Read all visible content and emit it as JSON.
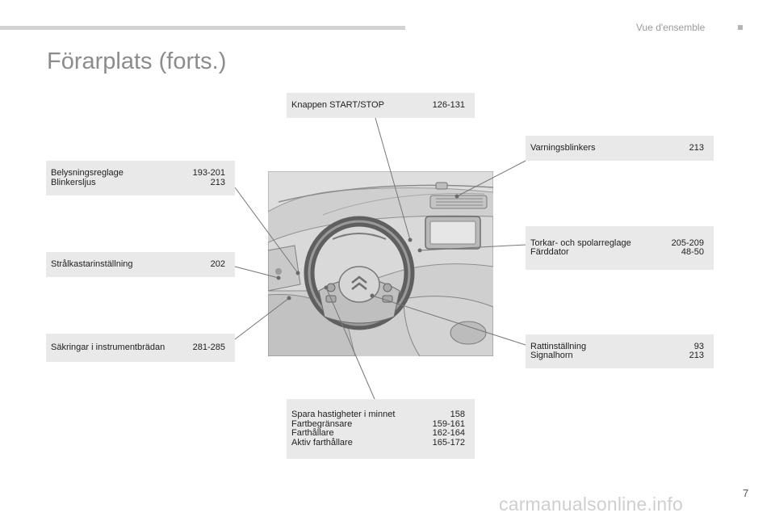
{
  "header": {
    "section": "Vue d'ensemble"
  },
  "title": "Förarplats (forts.)",
  "callouts": {
    "start_stop": [
      {
        "label": "Knappen START/STOP",
        "pages": "126-131"
      }
    ],
    "varningsblinkers": [
      {
        "label": "Varningsblinkers",
        "pages": "213"
      }
    ],
    "belysning": [
      {
        "label": "Belysningsreglage",
        "pages": "193-201"
      },
      {
        "label": "Blinkersljus",
        "pages": "213"
      }
    ],
    "torkar": [
      {
        "label": "Torkar- och spolarreglage",
        "pages": "205-209"
      },
      {
        "label": "Färddator",
        "pages": "48-50"
      }
    ],
    "stralkastare": [
      {
        "label": "Strålkastarinställning",
        "pages": "202"
      }
    ],
    "sakringar": [
      {
        "label": "Säkringar i instrumentbrädan",
        "pages": "281-285"
      }
    ],
    "ratt": [
      {
        "label": "Rattinställning",
        "pages": "93"
      },
      {
        "label": "Signalhorn",
        "pages": "213"
      }
    ],
    "hastighet": [
      {
        "label": "Spara hastigheter i minnet",
        "pages": "158"
      },
      {
        "label": "Fartbegränsare",
        "pages": "159-161"
      },
      {
        "label": "Farthållare",
        "pages": "162-164"
      },
      {
        "label": "Aktiv farthållare",
        "pages": "165-172"
      }
    ]
  },
  "footer": {
    "page_number": "7",
    "watermark": "carmanualsonline.info"
  }
}
